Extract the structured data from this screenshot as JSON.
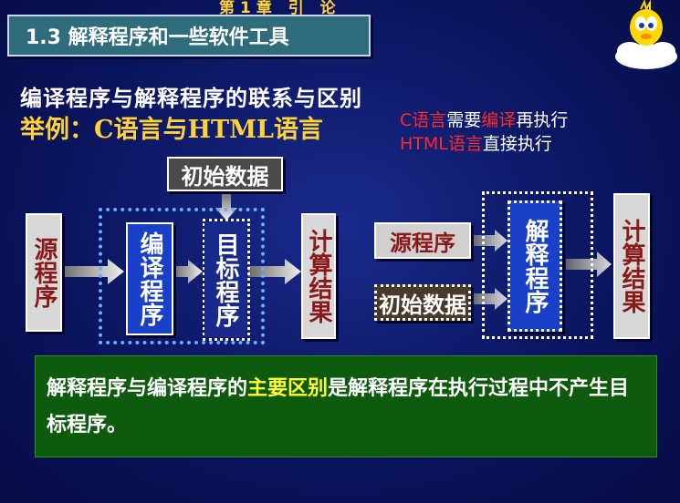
{
  "header": {
    "chapter": "第1章 引 论",
    "title": "1.3 解释程序和一些软件工具"
  },
  "subtitle": "编译程序与解释程序的联系与区别",
  "example": "举例：C语言与HTML语言",
  "notes": {
    "line1": {
      "a": "C语言",
      "b": "需要",
      "c": "编译",
      "d": "再执行"
    },
    "line2": {
      "a": "HTML语言",
      "b": "直接执行"
    }
  },
  "left_diagram": {
    "top_input": "初始数据",
    "source": "源程序",
    "compiler": "编译程序",
    "target": "目标程序",
    "result": "计算结果"
  },
  "right_diagram": {
    "source": "源程序",
    "input": "初始数据",
    "interpreter": "解释程序",
    "result": "计算结果"
  },
  "conclusion": {
    "p1": "解释程序与编译程序的",
    "p2": "主要区别",
    "p3": "是解释程序在执行过程中不产生目标程序。"
  },
  "colors": {
    "title_bar": "#2f6c7c",
    "highlight_yellow": "#ffd23a",
    "red": "#ff2a2a",
    "green_panel": "#0e5a0e"
  }
}
